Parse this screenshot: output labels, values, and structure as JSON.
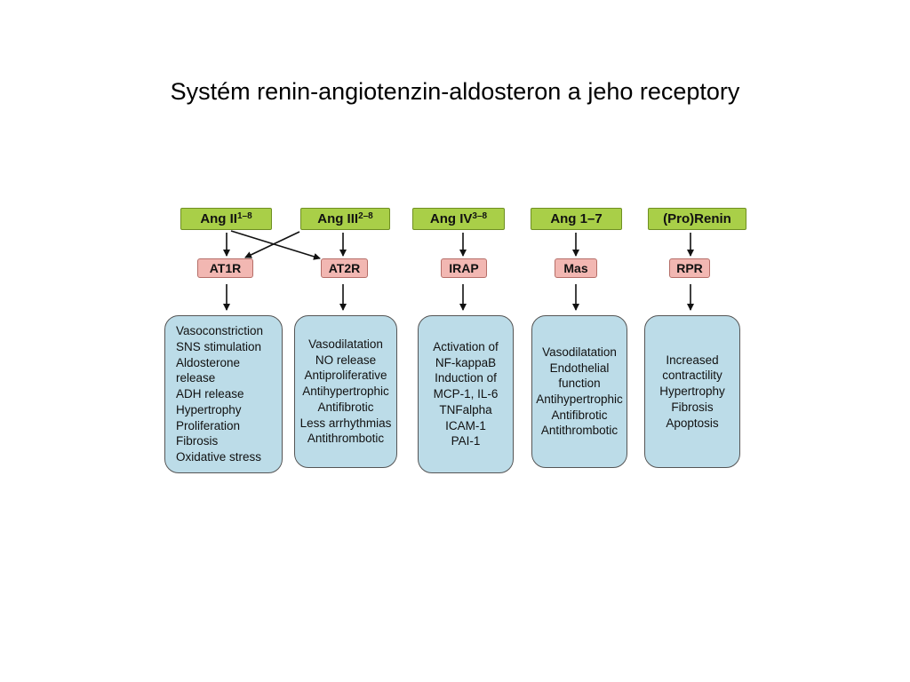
{
  "title": "Systém renin-angiotenzin-aldosteron a jeho receptory",
  "ligands": [
    {
      "name": "Ang II",
      "sup": "1–8"
    },
    {
      "name": "Ang III",
      "sup": "2–8"
    },
    {
      "name": "Ang IV",
      "sup": "3–8"
    },
    {
      "name": "Ang 1–7",
      "sup": ""
    },
    {
      "name": "(Pro)Renin",
      "sup": ""
    }
  ],
  "receptors": [
    "AT1R",
    "AT2R",
    "IRAP",
    "Mas",
    "RPR"
  ],
  "effects": [
    [
      "Vasoconstriction",
      "SNS stimulation",
      "Aldosterone",
      "release",
      "ADH release",
      "Hypertrophy",
      "Proliferation",
      "Fibrosis",
      "Oxidative stress"
    ],
    [
      "Vasodilatation",
      "NO release",
      "Antiproliferative",
      "Antihypertrophic",
      "Antifibrotic",
      "Less arrhythmias",
      "Antithrombotic"
    ],
    [
      "Activation of",
      "NF-kappaB",
      "Induction  of",
      "MCP-1, IL-6",
      "TNFalpha",
      "ICAM-1",
      "PAI-1"
    ],
    [
      "Vasodilatation",
      "Endothelial",
      "function",
      "Antihypertrophic",
      "Antifibrotic",
      "Antithrombotic"
    ],
    [
      "Increased",
      "contractility",
      "Hypertrophy",
      "Fibrosis",
      "Apoptosis"
    ]
  ],
  "colors": {
    "ligand_fill": "#a9cf48",
    "receptor_fill": "#f2b7b2",
    "effect_fill": "#bcdce8",
    "arrow": "#111111"
  }
}
